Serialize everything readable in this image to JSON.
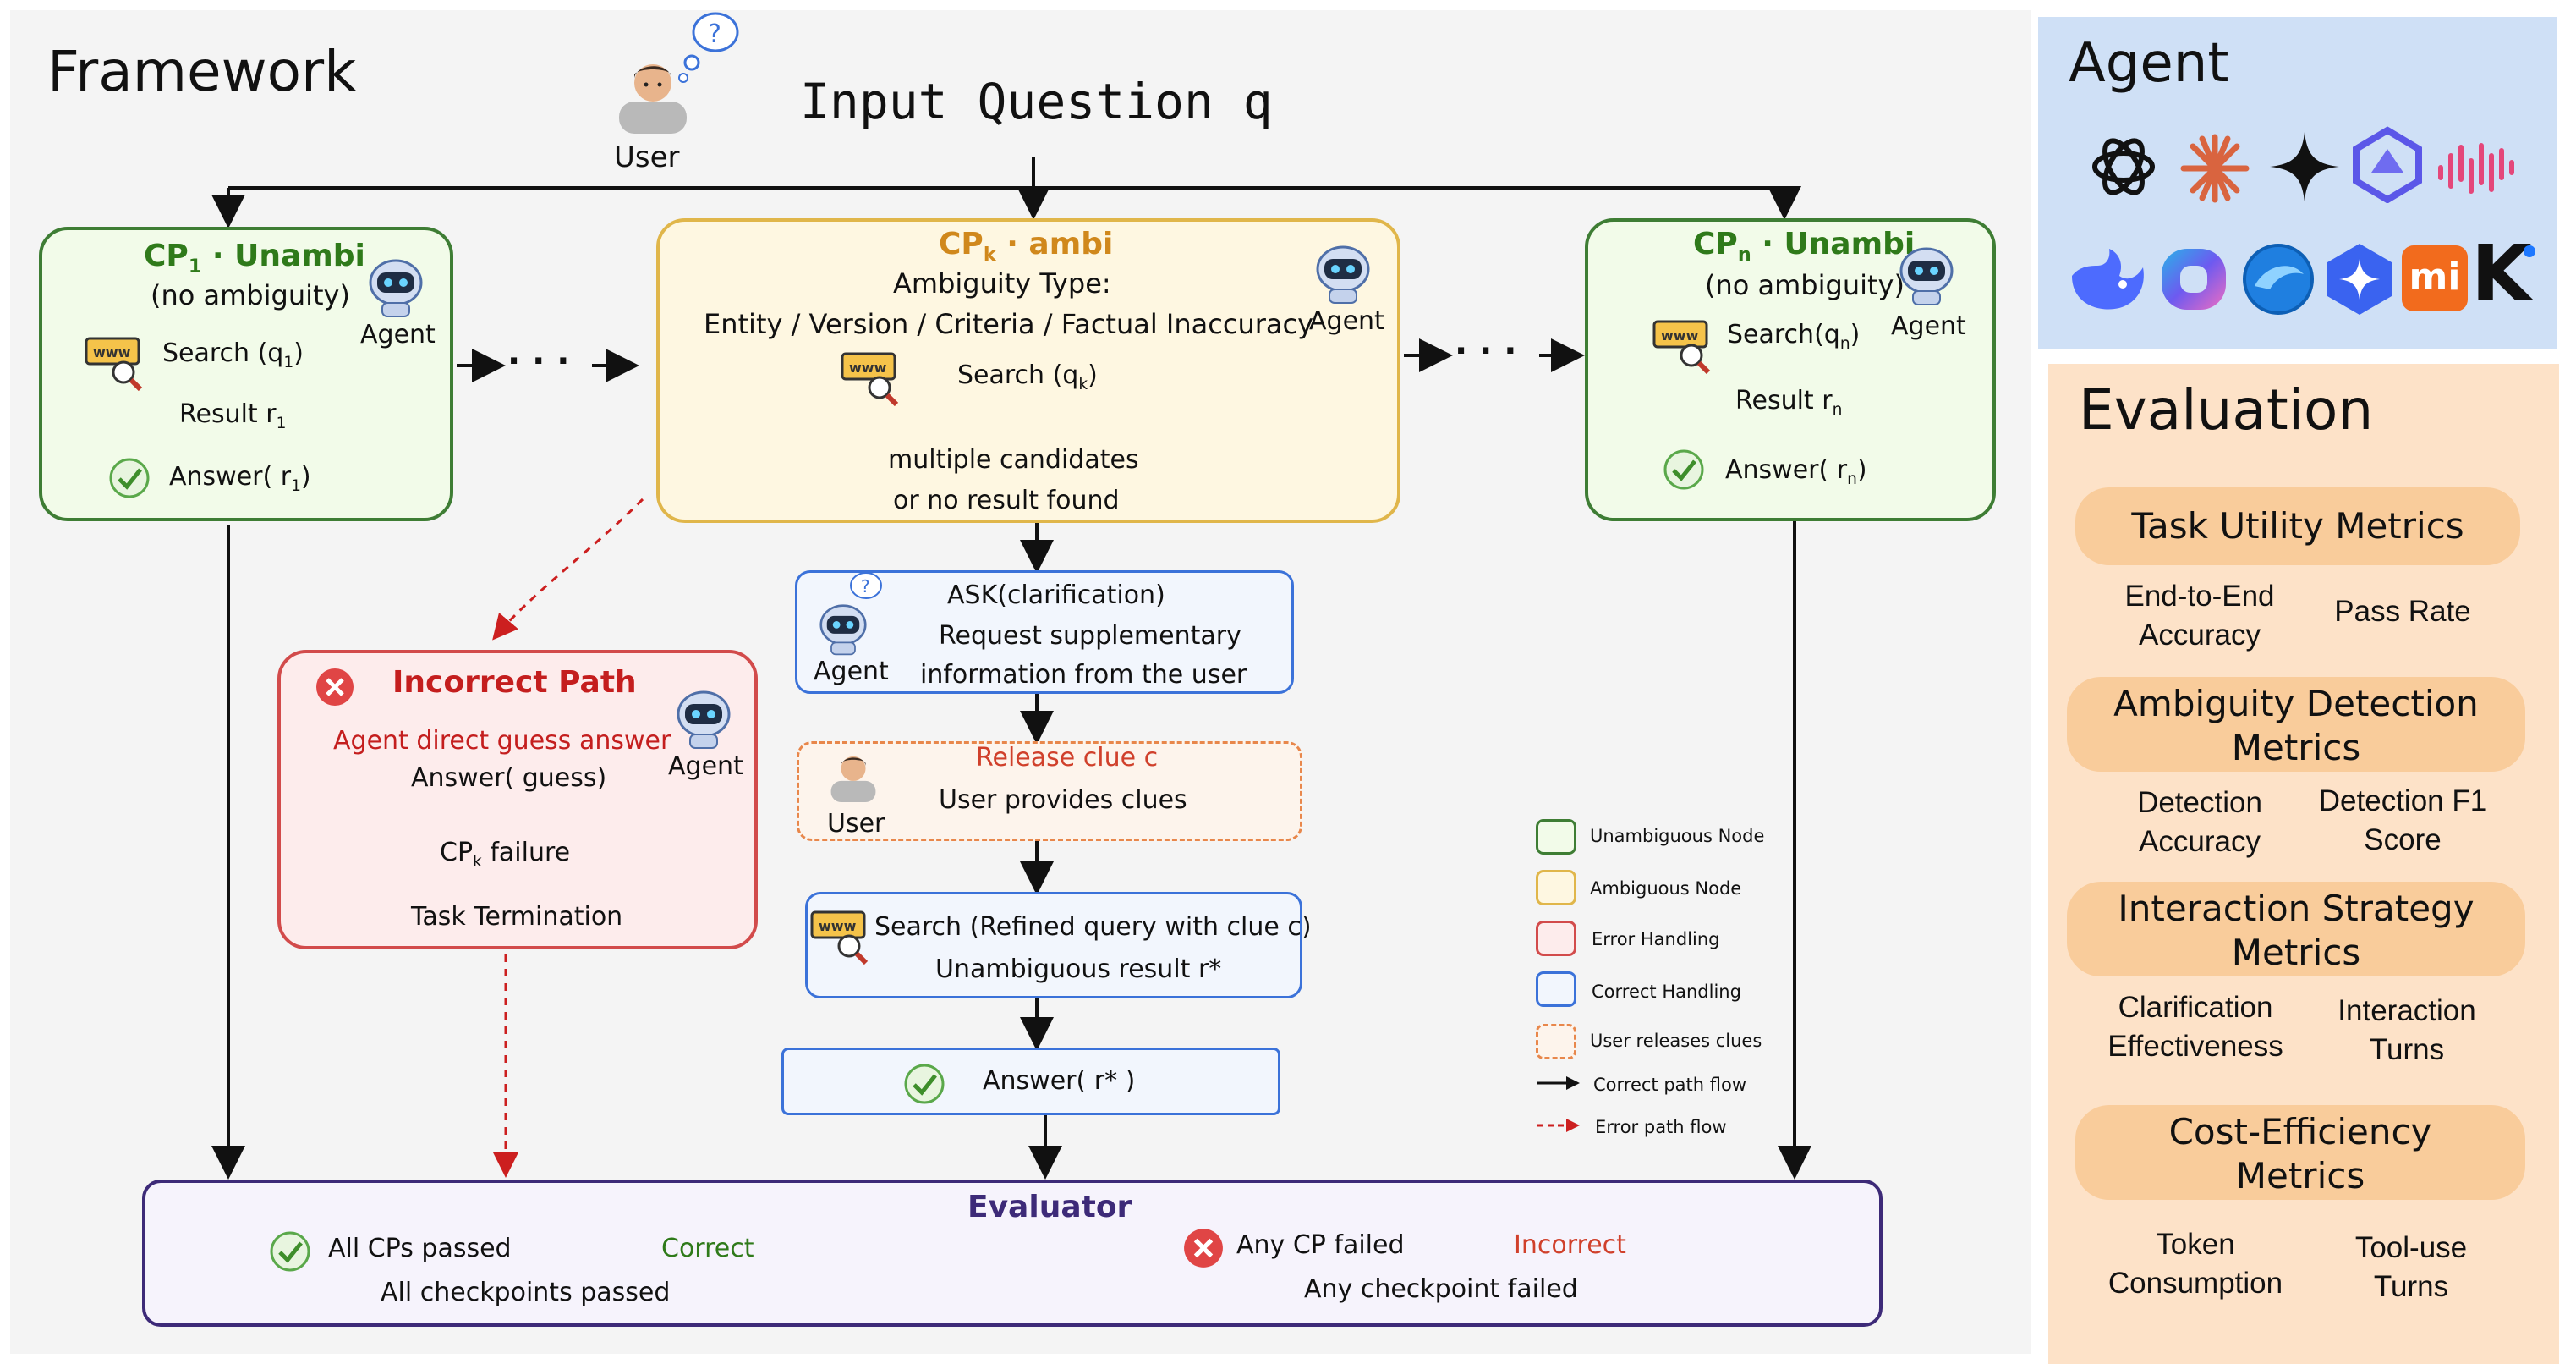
{
  "framework": {
    "title": "Framework",
    "input_question": "Input Question q",
    "user_label": "User",
    "cp1": {
      "title_main": "CP",
      "title_sub": "1",
      "title_rest": " · Unambi",
      "subtitle": "(no ambiguity)",
      "search": "Search (q",
      "search_sub": "1",
      "search_end": ")",
      "result": "Result r",
      "result_sub": "1",
      "answer": "Answer( r",
      "answer_sub": "1",
      "answer_end": ")",
      "agent": "Agent"
    },
    "cpk": {
      "title_main": "CP",
      "title_sub": "k",
      "title_rest": " · ambi",
      "ambiguity_type": "Ambiguity Type:",
      "types": "Entity / Version / Criteria / Factual Inaccuracy",
      "search": "Search (q",
      "search_sub": "k",
      "search_end": ")",
      "candidates": "multiple candidates",
      "no_result": "or  no result found",
      "agent": "Agent"
    },
    "cpn": {
      "title_main": "CP",
      "title_sub": "n",
      "title_rest": " ·  Unambi",
      "subtitle": "(no ambiguity)",
      "search": "Search(q",
      "search_sub": "n",
      "search_end": ")",
      "result": "Result r",
      "result_sub": "n",
      "answer": "Answer( r",
      "answer_sub": "n",
      "answer_end": ")",
      "agent": "Agent"
    },
    "ellipsis": "· · ·",
    "ask": {
      "line1": "ASK(clarification)",
      "line2": "Request supplementary",
      "line3": "information from the user",
      "agent": "Agent"
    },
    "release": {
      "title": "Release clue c",
      "text": "User provides clues",
      "user": "User"
    },
    "refined": {
      "line1": "Search (Refined query with clue c)",
      "line2": "Unambiguous result r*"
    },
    "answer_star": "Answer( r* )",
    "incorrect": {
      "title": "Incorrect Path",
      "guess": "Agent direct guess answer",
      "answer": "Answer( guess)",
      "failure_main": "CP",
      "failure_sub": "k",
      "failure_rest": " failure",
      "termination": "Task Termination",
      "agent": "Agent"
    },
    "evaluator": {
      "title": "Evaluator",
      "left_cond": "All CPs passed",
      "left_result": "Correct",
      "left_desc": "All checkpoints passed",
      "right_cond": "Any CP failed",
      "right_result": "Incorrect",
      "right_desc": "Any checkpoint failed"
    },
    "legend": [
      {
        "label": "Unambiguous Node",
        "color": "#3e7d34",
        "fill": "#f2fbe9",
        "style": "solid"
      },
      {
        "label": "Ambiguous Node",
        "color": "#e0b64a",
        "fill": "#fef7e1",
        "style": "solid"
      },
      {
        "label": "Error Handling",
        "color": "#d24b4b",
        "fill": "#fdecec",
        "style": "solid"
      },
      {
        "label": "Correct Handling",
        "color": "#3b72d9",
        "fill": "#f2f6fd",
        "style": "solid"
      },
      {
        "label": "User releases clues",
        "color": "#e8874b",
        "fill": "#fdf4ec",
        "style": "dashed"
      },
      {
        "label": "Correct path flow",
        "color": "#111111",
        "style": "arrow"
      },
      {
        "label": "Error path flow",
        "color": "#cc1f1f",
        "style": "dashed-arrow"
      }
    ]
  },
  "agent_panel": {
    "title": "Agent",
    "icons": [
      "openai-icon",
      "claude-icon",
      "gemini-icon",
      "qwen-icon",
      "minimax-icon",
      "deepseek-icon",
      "copilot-icon",
      "doubao-icon",
      "spark-icon",
      "xiaomi-icon",
      "kimi-icon"
    ],
    "xiaomi_text": "mi",
    "kimi_text": "K"
  },
  "evaluation_panel": {
    "title": "Evaluation",
    "groups": [
      {
        "name": "Task Utility Metrics",
        "metrics": [
          "End-to-End Accuracy",
          "Pass Rate"
        ]
      },
      {
        "name": "Ambiguity Detection Metrics",
        "metrics": [
          "Detection Accuracy",
          "Detection F1 Score"
        ]
      },
      {
        "name": "Interaction Strategy Metrics",
        "metrics": [
          "Clarification Effectiveness",
          "Interaction Turns"
        ]
      },
      {
        "name": "Cost-Efficiency Metrics",
        "metrics": [
          "Token Consumption",
          "Tool-use Turns"
        ]
      }
    ]
  },
  "colors": {
    "background": "#f4f4f4",
    "unambiguous": "#3e7d34",
    "ambiguous": "#e0b64a",
    "error": "#d24b4b",
    "correct": "#3b72d9",
    "user_clue": "#e8874b",
    "evaluator": "#3d2a78",
    "agent_panel": "#cfe0f6",
    "evaluation_panel": "#fde2c8",
    "pill": "#f9cc9b"
  }
}
